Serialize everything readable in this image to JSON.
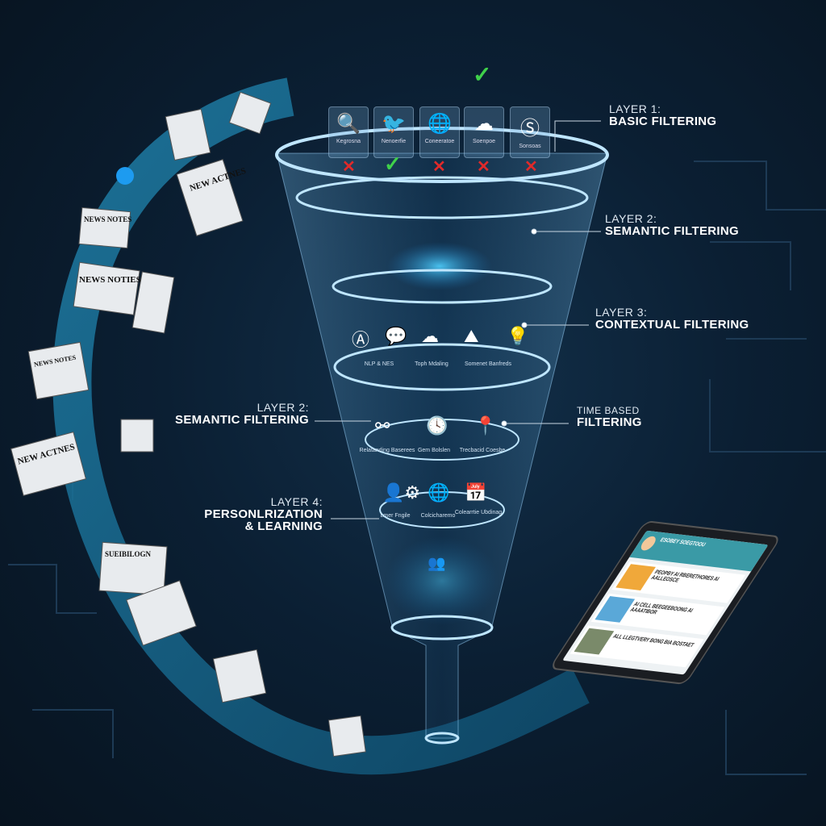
{
  "layers_right": [
    {
      "title": "LAYER 1:",
      "subtitle": "BASIC FILTERING"
    },
    {
      "title": "LAYER 2:",
      "subtitle": "SEMANTIC FILTERING"
    },
    {
      "title": "LAYER 3:",
      "subtitle": "CONTEXTUAL FILTERING"
    },
    {
      "title": "TIME BASED",
      "subtitle": "FILTERING"
    }
  ],
  "layers_left": [
    {
      "title": "LAYER 2:",
      "subtitle": "SEMANTIC FILTERING"
    },
    {
      "title": "LAYER 4:",
      "subtitle": "PERSONLRIZATION",
      "subtitle2": "& LEARNING"
    }
  ],
  "basic_sources": [
    {
      "icon": "search-icon",
      "label": "Kegrosna",
      "result": "rejected"
    },
    {
      "icon": "twitter-icon",
      "label": "Nenoerfie",
      "result": "accepted"
    },
    {
      "icon": "globe-icon",
      "label": "Coneeratoe",
      "result": "rejected"
    },
    {
      "icon": "cloud-icon",
      "label": "Soenpoe",
      "result": "rejected"
    },
    {
      "icon": "s-circle-icon",
      "label": "Sonsoas",
      "result": "rejected"
    }
  ],
  "contextual_items": [
    {
      "icon": "chat-a-icon",
      "label": "NLP & NES"
    },
    {
      "icon": "cloud-face-icon",
      "label": "Toph Mdaling"
    },
    {
      "icon": "lightbulb-icon",
      "label": "Somenet Banfreds"
    }
  ],
  "time_items": [
    {
      "icon": "link-icon",
      "label": "Relatanding Baserees"
    },
    {
      "icon": "clock-icon",
      "label": "Gem Bolslen"
    },
    {
      "icon": "map-pin-icon",
      "label": "Trecbacid Coesbe"
    }
  ],
  "personal_items": [
    {
      "icon": "user-gear-icon",
      "label": "Lmer Fngile"
    },
    {
      "icon": "globe-icon",
      "label": "Colcicharemo"
    },
    {
      "icon": "calendar-icon",
      "label": "Colearrtie Ubdinag"
    }
  ],
  "newspapers": [
    "NEW ACTNES",
    "NEWS NOTES",
    "NEWS NOTIES",
    "NEWS NOTES",
    "NEW ACTNES",
    "SUEIBILOGN"
  ],
  "tablet": {
    "header": "ESOBEY SOEGTOOU",
    "cards": [
      {
        "headline": "PEOPBY AI RBERETHORES AI AALLEOSCE"
      },
      {
        "headline": "AI CELL BEEGEEBOONG AI AAAATIBOR"
      },
      {
        "headline": "ALL LLEGTVERY BONG BIA BOSTAET"
      }
    ]
  },
  "colors": {
    "accepted": "#3fd14a",
    "rejected": "#e02a2a",
    "funnel_glow": "#9fd8ff",
    "band": "#2a8fb5"
  }
}
